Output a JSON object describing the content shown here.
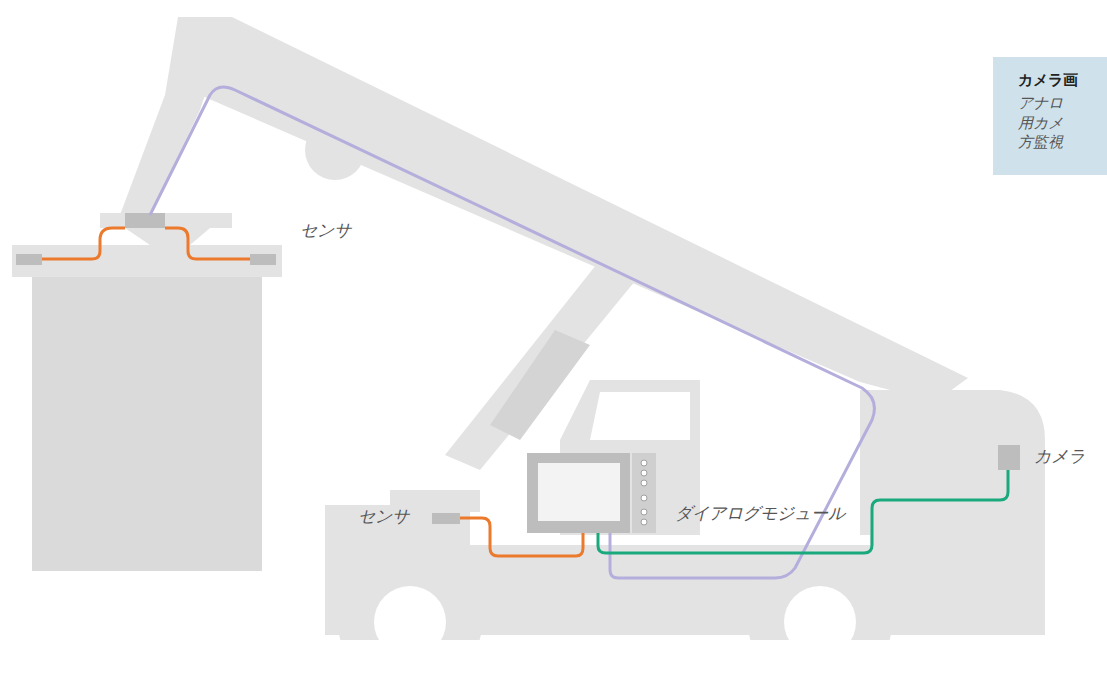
{
  "diagram": {
    "nodes": [
      {
        "text": [
          "カメラ画",
          "アナロ 用カメ 方監視"
        ]
      }
    ],
    "edges": [],
    "labels": [
      "センサ",
      "センサ",
      "ダイアログモジュール",
      "カメラ"
    ]
  }
}
